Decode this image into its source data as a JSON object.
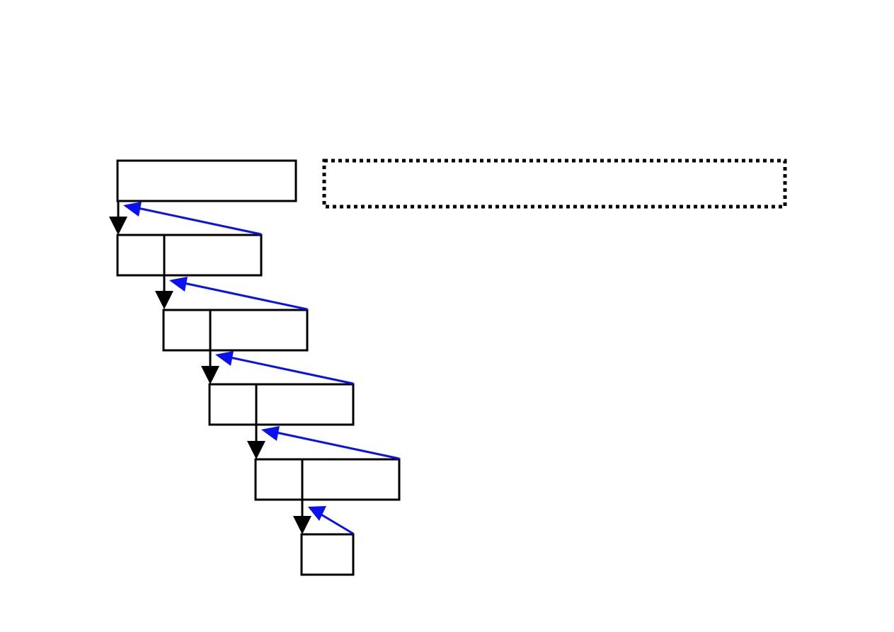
{
  "diagram": {
    "stroke_color": "#000000",
    "back_arrow_color": "#0a10ee",
    "background": "#ffffff",
    "nodes": [
      {
        "id": "node-0",
        "label": ""
      },
      {
        "id": "node-1",
        "label": ""
      },
      {
        "id": "node-2",
        "label": ""
      },
      {
        "id": "node-3",
        "label": ""
      },
      {
        "id": "node-4",
        "label": ""
      },
      {
        "id": "node-5",
        "label": ""
      }
    ],
    "edges_down": [
      {
        "from": "node-0",
        "to": "node-1"
      },
      {
        "from": "node-1",
        "to": "node-2"
      },
      {
        "from": "node-2",
        "to": "node-3"
      },
      {
        "from": "node-3",
        "to": "node-4"
      },
      {
        "from": "node-4",
        "to": "node-5"
      }
    ],
    "edges_back": [
      {
        "from": "node-1",
        "to": "node-0"
      },
      {
        "from": "node-2",
        "to": "node-1"
      },
      {
        "from": "node-3",
        "to": "node-2"
      },
      {
        "from": "node-4",
        "to": "node-3"
      },
      {
        "from": "node-5",
        "to": "node-4"
      }
    ],
    "note_box": {
      "label": "",
      "style": "dotted"
    }
  }
}
